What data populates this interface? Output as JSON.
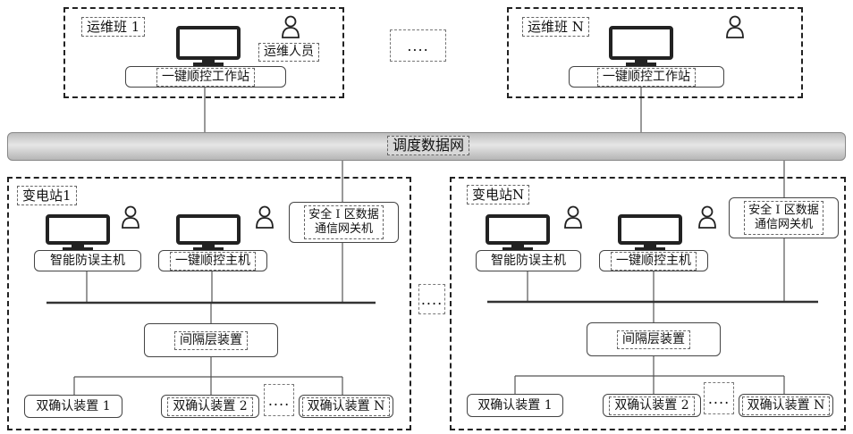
{
  "ops_team_1": {
    "title": "运维班 1",
    "person_label": "运维人员",
    "workstation": "一键顺控工作站"
  },
  "ops_team_n": {
    "title": "运维班 N",
    "workstation": "一键顺控工作站"
  },
  "network": {
    "label": "调度数据网"
  },
  "ellipsis": "....",
  "substation_1": {
    "title": "变电站1",
    "anti_misoperation_host": "智能防误主机",
    "sequence_control_host": "一键顺控主机",
    "gateway": [
      "安全 I 区数据",
      "通信网关机"
    ],
    "bay_layer_device": "间隔层装置",
    "devices": [
      "双确认装置 1",
      "双确认装置 2",
      "双确认装置 N"
    ]
  },
  "substation_n": {
    "title": "变电站N",
    "anti_misoperation_host": "智能防误主机",
    "sequence_control_host": "一键顺控主机",
    "gateway": [
      "安全 I 区数据",
      "通信网关机"
    ],
    "bay_layer_device": "间隔层装置",
    "devices": [
      "双确认装置 1",
      "双确认装置 2",
      "双确认装置 N"
    ]
  }
}
